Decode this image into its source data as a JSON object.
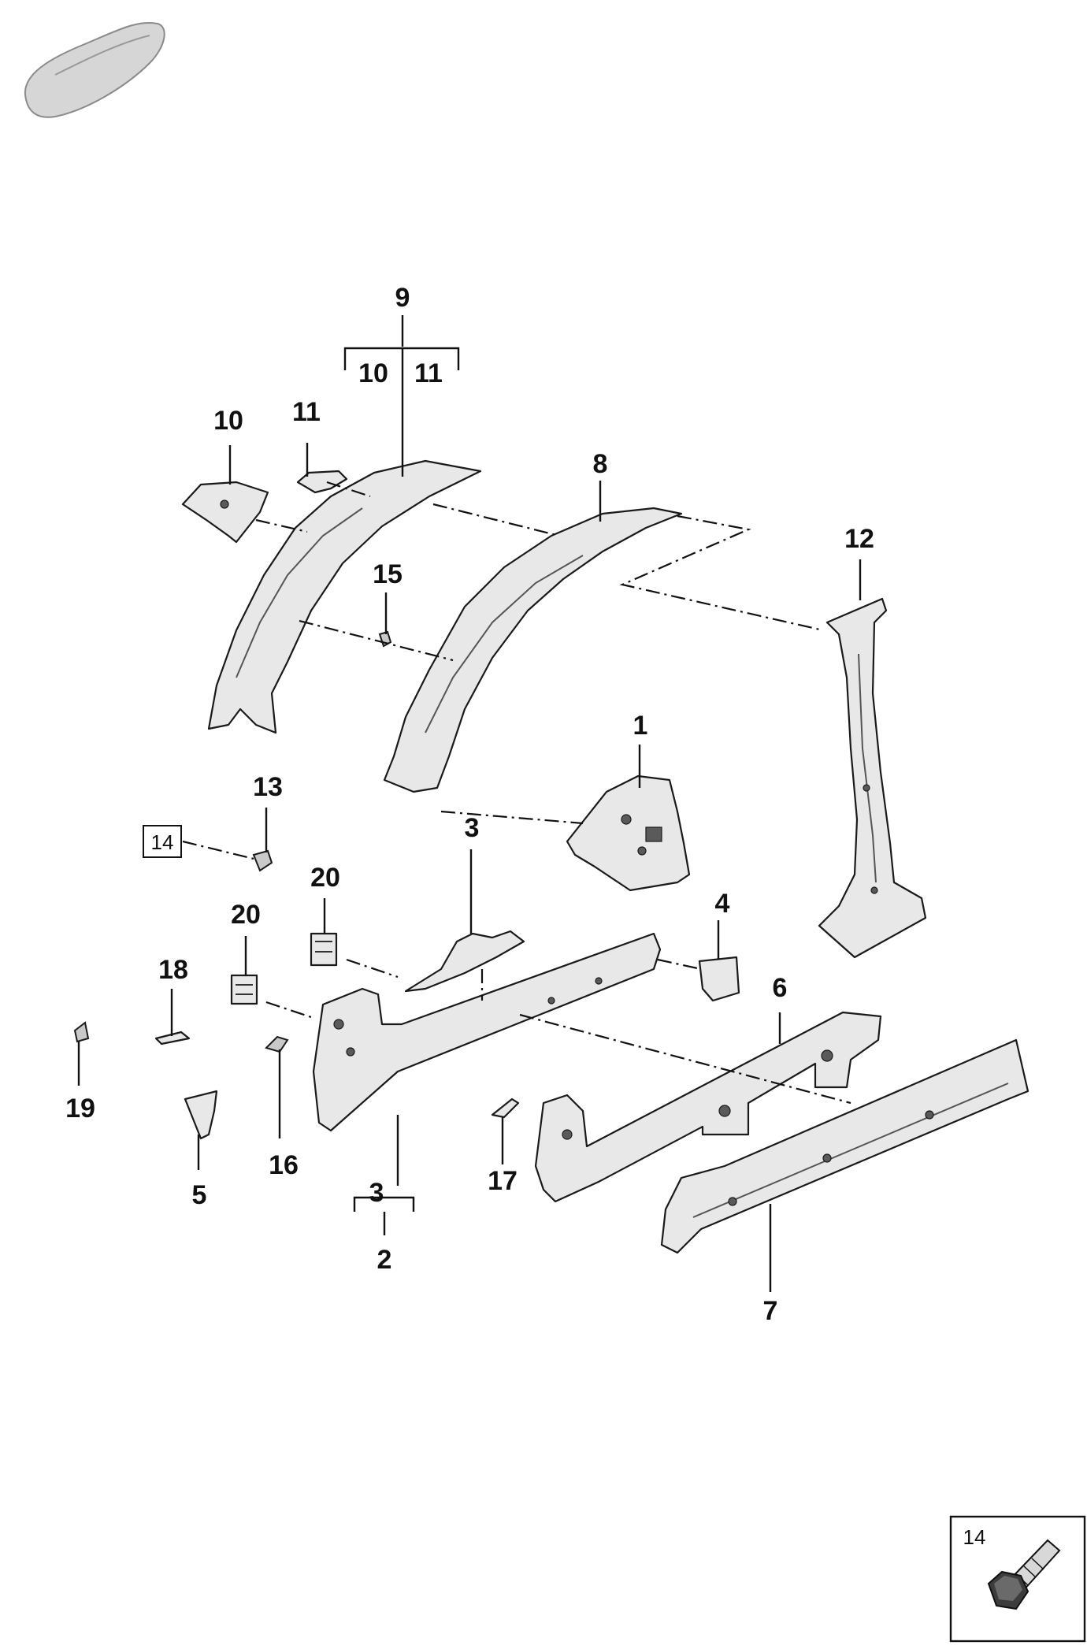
{
  "callouts": {
    "c9": "9",
    "c9_sub_10": "10",
    "c9_sub_11": "11",
    "c10": "10",
    "c11": "11",
    "c8": "8",
    "c12": "12",
    "c15": "15",
    "c1": "1",
    "c13": "13",
    "c14": "14",
    "c3_top": "3",
    "c20_a": "20",
    "c20_b": "20",
    "c4": "4",
    "c6": "6",
    "c18": "18",
    "c19": "19",
    "c16": "16",
    "c5": "5",
    "c3_bottom": "3",
    "c2": "2",
    "c17": "17",
    "c7": "7"
  },
  "legend_box": {
    "label": "14",
    "icon": "hex-bolt-icon"
  },
  "thumbnail": {
    "icon": "car-body-icon"
  },
  "colors": {
    "part_fill": "#e8e8e8",
    "line": "#111111"
  }
}
